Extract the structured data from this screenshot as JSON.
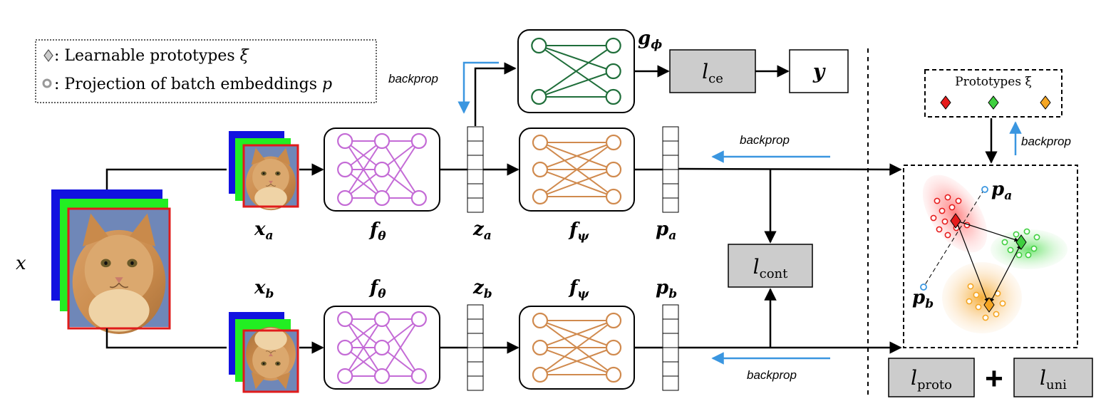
{
  "legend": {
    "prototypes_label": ": Learnable prototypes ",
    "prototypes_symbol": "ξ",
    "projection_label": ": Projection of batch embeddings ",
    "projection_symbol": "p"
  },
  "labels": {
    "x": "x",
    "xa_base": "x",
    "xa_sub": "a",
    "xb_base": "x",
    "xb_sub": "b",
    "ftheta_a_base": "f",
    "ftheta_a_sub": "θ",
    "ftheta_b_base": "f",
    "ftheta_b_sub": "θ",
    "za_base": "z",
    "za_sub": "a",
    "zb_base": "z",
    "zb_sub": "b",
    "fpsi_a_base": "f",
    "fpsi_a_sub": "ψ",
    "fpsi_b_base": "f",
    "fpsi_b_sub": "ψ",
    "pa_base": "p",
    "pa_sub": "a",
    "pb_base": "p",
    "pb_sub": "b",
    "g_base": "g",
    "g_sub": "ϕ",
    "lce_base": "l",
    "lce_sub": "ce",
    "y": "y",
    "lcont_base": "l",
    "lcont_sub": "cont",
    "lproto_base": "l",
    "lproto_sub": "proto",
    "plus": "+",
    "luni_base": "l",
    "luni_sub": "uni",
    "proto_box_title": "Prototypes ξ",
    "cluster_pa_base": "p",
    "cluster_pa_sub": "a",
    "cluster_pb_base": "p",
    "cluster_pb_sub": "b"
  },
  "backprop": {
    "top_left": "backprop",
    "upper_mid": "backprop",
    "lower_mid": "backprop",
    "right": "backprop"
  },
  "colors": {
    "f_theta": "#c46bd6",
    "f_psi": "#d08a4e",
    "g_phi": "#1f6e3a",
    "backprop": "#3a96e0",
    "proto_red": "#e61c1c",
    "proto_green": "#3fcf3f",
    "proto_orange": "#f5a623",
    "loss_box": "#cccccc"
  }
}
